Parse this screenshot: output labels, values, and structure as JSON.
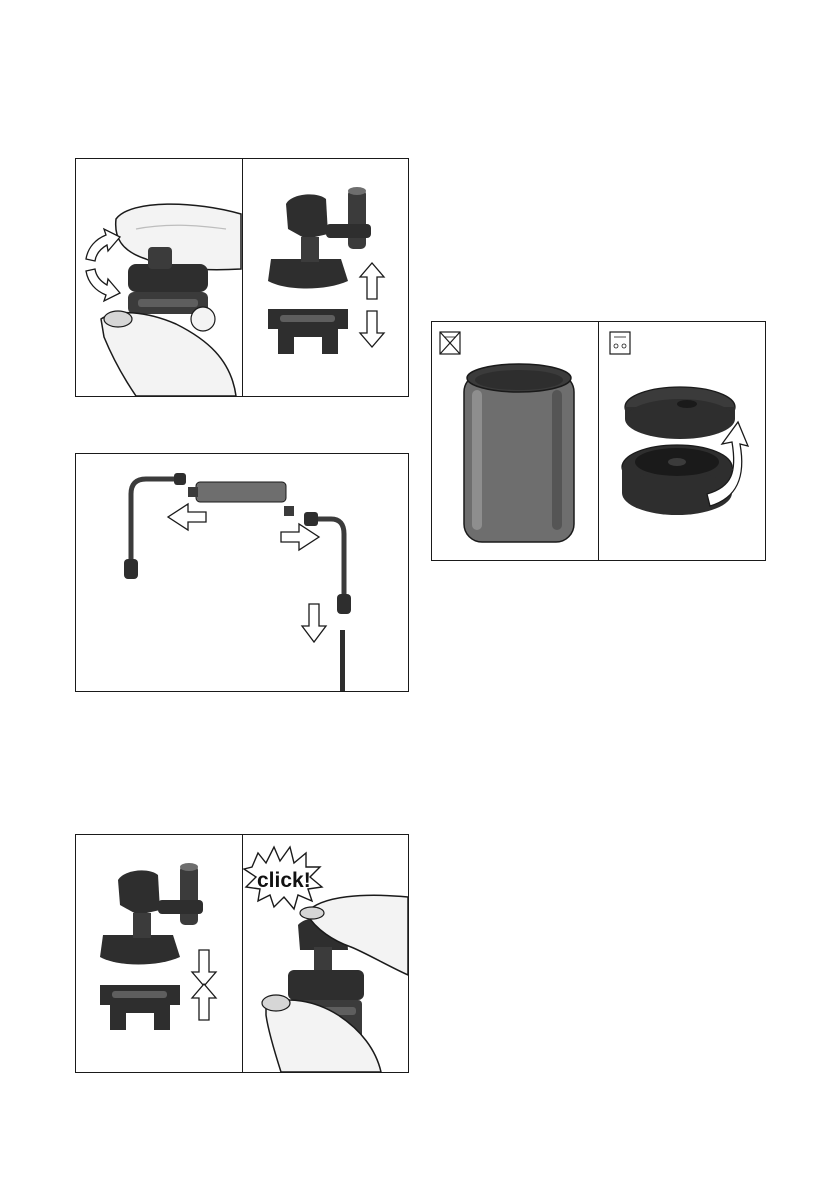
{
  "figures": [
    {
      "id": "fig-a",
      "description_hidden": true
    },
    {
      "id": "fig-b"
    },
    {
      "id": "fig-c"
    },
    {
      "id": "fig-d"
    }
  ],
  "labels": {
    "click": "click!"
  },
  "colors": {
    "part_dark": "#2e2e2e",
    "part_mid": "#4a4a4a",
    "part_light": "#6e6e6e",
    "hand_fill": "#f3f3f3",
    "hand_shade": "#d6d6d6",
    "arrow_fill": "#ffffff",
    "outline": "#1a1a1a"
  },
  "icons": {
    "not_dishwasher": "dishwasher-crossed-icon",
    "dishwasher_safe": "dishwasher-safe-icon"
  }
}
